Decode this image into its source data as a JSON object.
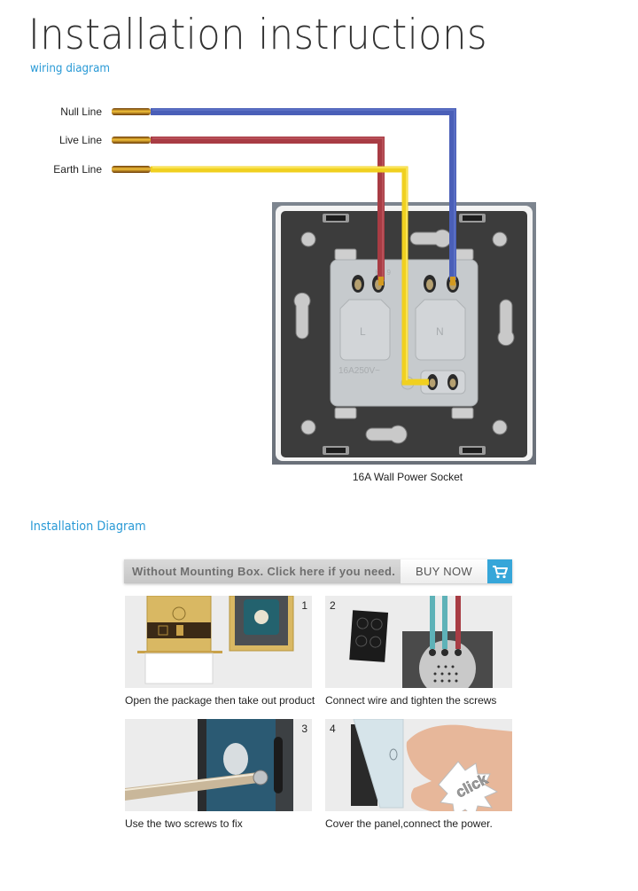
{
  "header": {
    "title": "Installation instructions",
    "subtitle": "wiring diagram"
  },
  "wiring": {
    "lines": [
      {
        "label": "Null Line",
        "color": "#4a5fb8"
      },
      {
        "label": "Live Line",
        "color": "#a83c44"
      },
      {
        "label": "Earth Line",
        "color": "#f0d020"
      }
    ],
    "socket": {
      "terminal_left": "L",
      "terminal_right": "N",
      "rating": "16A250V~",
      "model_mark": "HZ 9",
      "caption": "16A Wall Power Socket"
    }
  },
  "installation": {
    "heading": "Installation Diagram",
    "banner": {
      "message": "Without Mounting Box. Click here if you need.",
      "buy_label": "BUY NOW",
      "cart_icon": "shopping-cart-icon",
      "accent": "#36a6d9"
    },
    "steps": [
      {
        "number": "1",
        "caption": "Open the package then take out product"
      },
      {
        "number": "2",
        "caption": "Connect wire and tighten the screws"
      },
      {
        "number": "3",
        "caption": "Use the two screws to fix"
      },
      {
        "number": "4",
        "caption": "Cover the panel,connect the power.",
        "burst_text": "click"
      }
    ]
  }
}
